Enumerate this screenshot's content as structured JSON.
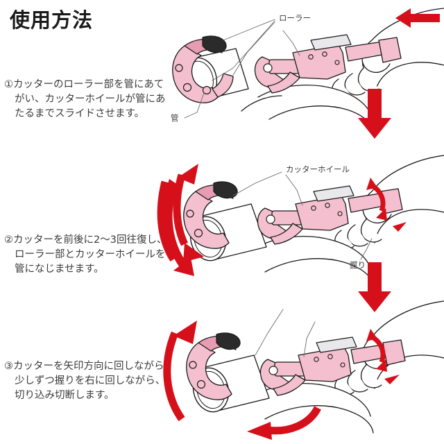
{
  "title": "使用方法",
  "colors": {
    "arrow_red": "#d6101b",
    "tool_pink": "#f4bfcf",
    "tool_pink_dark": "#e79cb4",
    "outline": "#1a1a1a",
    "text": "#3a3a3a",
    "title": "#1a1a1a",
    "background": "#ffffff"
  },
  "steps": [
    {
      "number": "①",
      "text": "カッターのローラー部を管にあてがい、カッターホイールが管にあたるまでスライドさせます。",
      "panel_name": "step-1-diagram",
      "labels": [
        {
          "name": "roller-label",
          "text": "ローラー"
        },
        {
          "name": "pipe-label",
          "text": "管"
        }
      ],
      "arrows": [
        {
          "name": "slide-left-arrow",
          "kind": "straight-left",
          "meaning": "slide cutter toward pipe"
        }
      ]
    },
    {
      "number": "②",
      "text": "カッターを前後に2〜3回往復し、ローラー部とカッターホイールを管になじませます。",
      "panel_name": "step-2-diagram",
      "labels": [
        {
          "name": "cutter-wheel-label",
          "text": "カッターホイール"
        },
        {
          "name": "grip-label",
          "text": "握り"
        }
      ],
      "arrows": [
        {
          "name": "back-and-forth-arrow",
          "kind": "double-curved",
          "meaning": "rock cutter back and forth 2-3 times"
        },
        {
          "name": "grip-turn-arrow",
          "kind": "curved-small",
          "meaning": "turn grip"
        }
      ]
    },
    {
      "number": "③",
      "text": "カッターを矢印方向に回しながら少しずつ握りを右に回しながら、切り込み切断します。",
      "panel_name": "step-3-diagram",
      "labels": [],
      "arrows": [
        {
          "name": "rotate-cutter-arrow",
          "kind": "curved-up",
          "meaning": "rotate cutter around pipe"
        },
        {
          "name": "rotate-bottom-arrow",
          "kind": "curved-left",
          "meaning": "continue rotation"
        },
        {
          "name": "grip-turn-arrow",
          "kind": "curved-small",
          "meaning": "turn grip clockwise"
        }
      ]
    }
  ],
  "connectors": [
    {
      "name": "step-1-to-2-arrow",
      "direction": "down"
    },
    {
      "name": "step-2-to-3-arrow",
      "direction": "down"
    }
  ]
}
